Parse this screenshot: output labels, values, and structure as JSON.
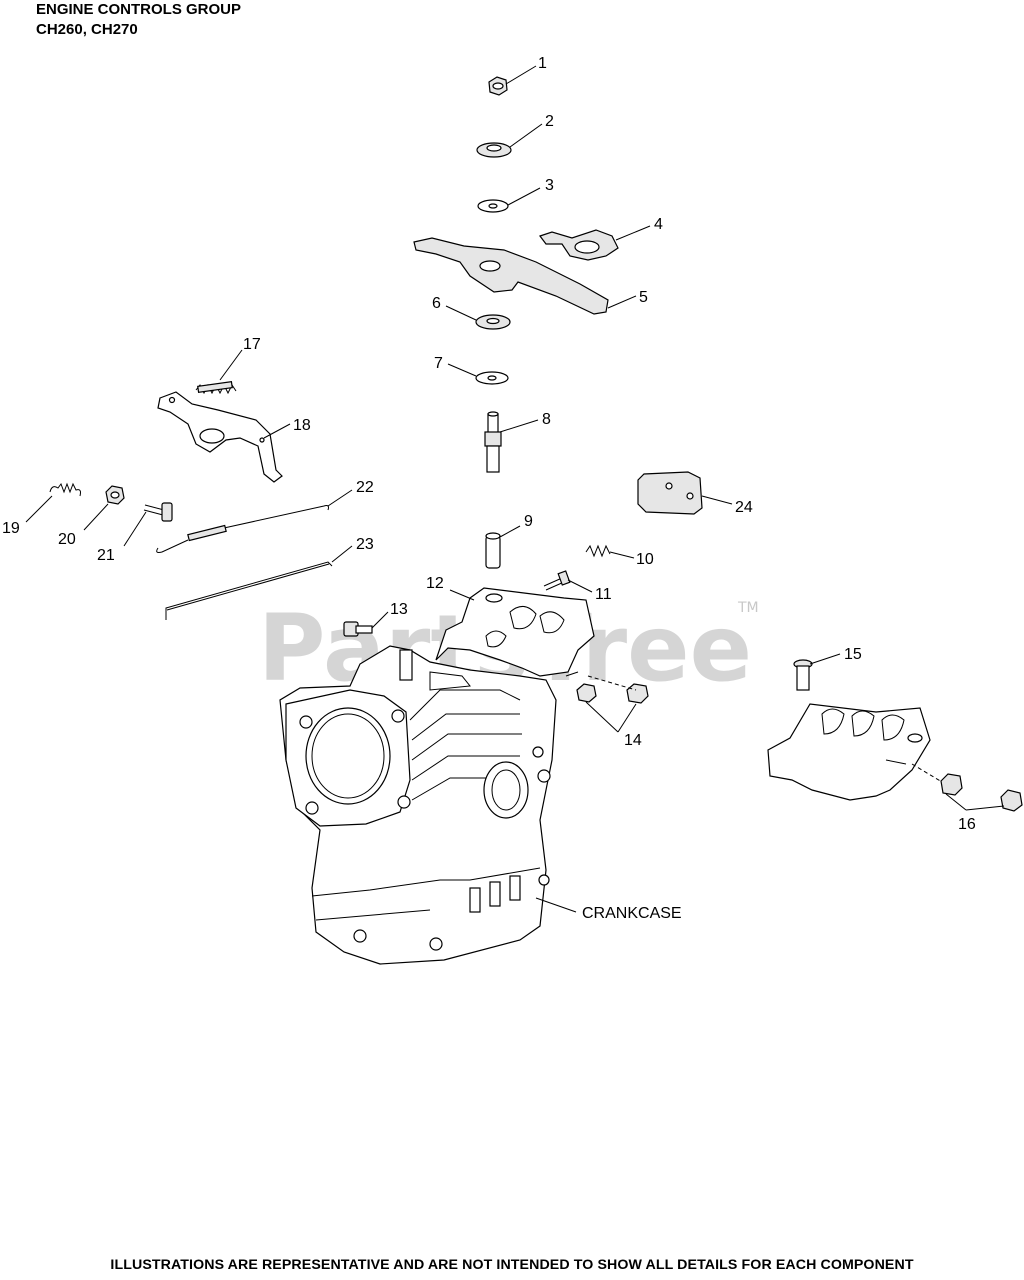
{
  "header": {
    "title": "ENGINE CONTROLS GROUP",
    "models": "CH260, CH270"
  },
  "footer": {
    "disclaimer": "ILLUSTRATIONS ARE REPRESENTATIVE AND ARE NOT INTENDED TO SHOW ALL DETAILS FOR EACH COMPONENT"
  },
  "watermark": {
    "text": "PartsTree",
    "tm": "TM"
  },
  "callouts": {
    "c1": "1",
    "c2": "2",
    "c3": "3",
    "c4": "4",
    "c5": "5",
    "c6": "6",
    "c7": "7",
    "c8": "8",
    "c9": "9",
    "c10": "10",
    "c11": "11",
    "c12": "12",
    "c13": "13",
    "c14": "14",
    "c15": "15",
    "c16": "16",
    "c17": "17",
    "c18": "18",
    "c19": "19",
    "c20": "20",
    "c21": "21",
    "c22": "22",
    "c23": "23",
    "c24": "24"
  },
  "labels": {
    "crankcase": "CRANKCASE"
  }
}
